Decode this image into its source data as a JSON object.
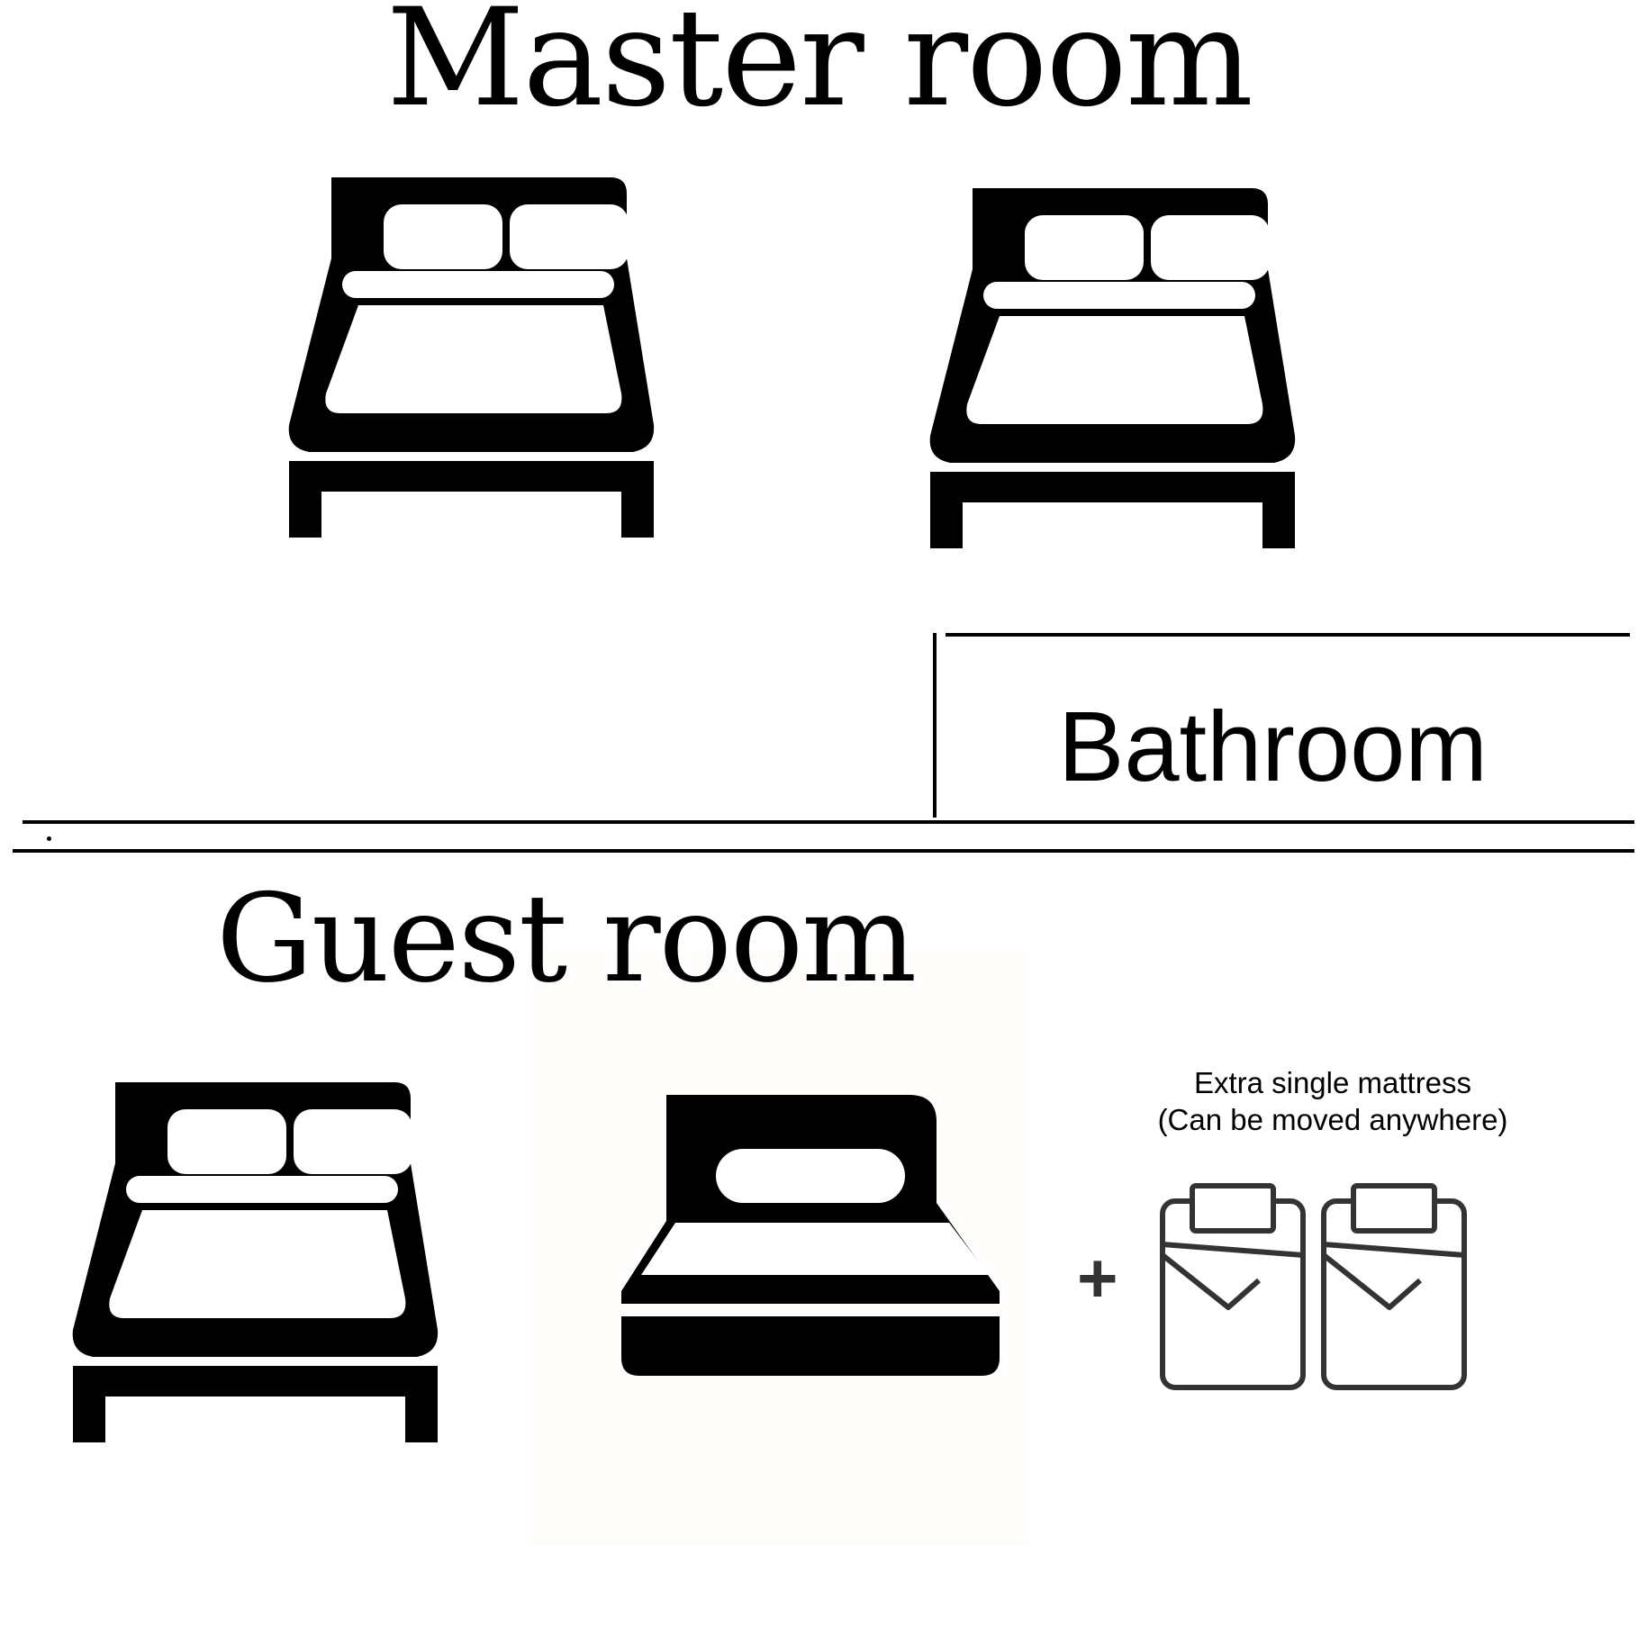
{
  "master_room": {
    "title": "Master room"
  },
  "bathroom": {
    "label": "Bathroom"
  },
  "guest_room": {
    "title": "Guest room"
  },
  "extra_mattress": {
    "caption_line1": "Extra single mattress",
    "caption_line2": "(Can be moved anywhere)",
    "plus": "+"
  },
  "icons": {
    "double_bed": "double-bed-icon",
    "single_mattress": "mattress-icon",
    "single_bed_outline": "single-bed-outline-icon"
  },
  "colors": {
    "ink": "#000000",
    "paper": "#ffffff",
    "outline": "#333333"
  }
}
